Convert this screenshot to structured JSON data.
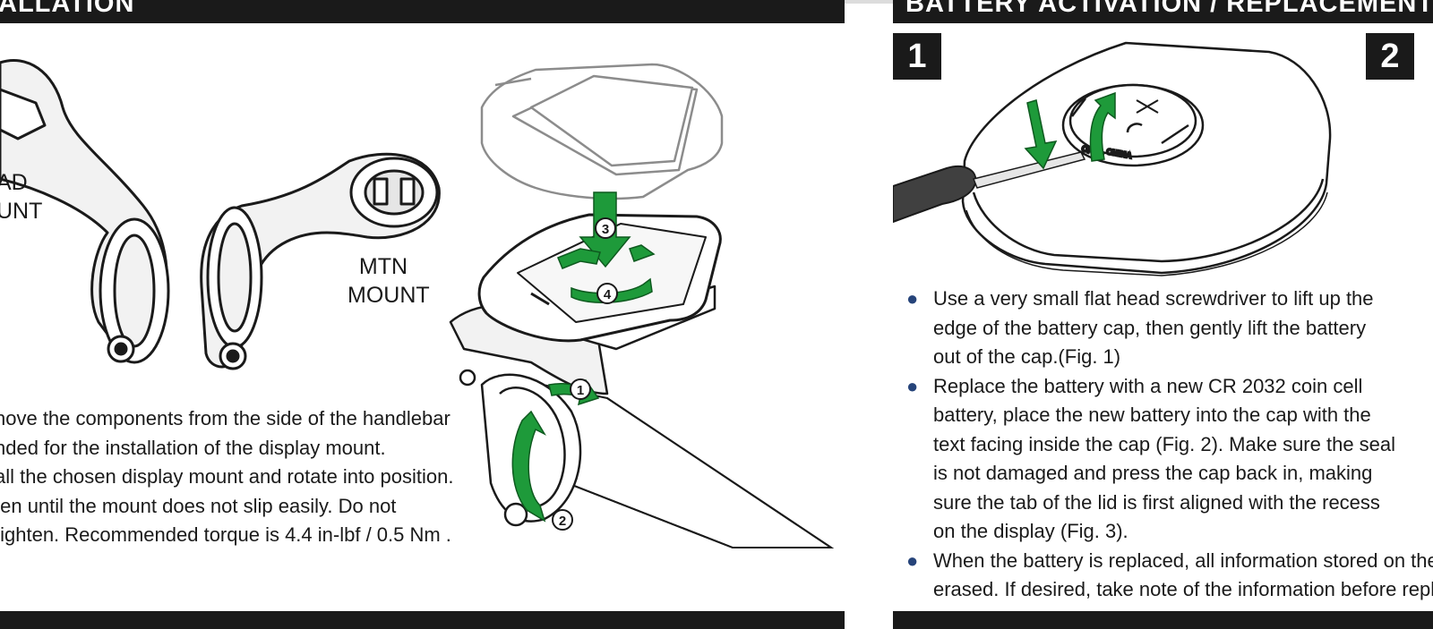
{
  "header_left": {
    "title": "ALLATION"
  },
  "header_right": {
    "title": "BATTERY ACTIVATION / REPLACEMENT"
  },
  "steps": [
    "1",
    "2"
  ],
  "mount_labels": {
    "road": [
      "AD",
      "UNT"
    ],
    "mtn": [
      "MTN",
      "MOUNT"
    ]
  },
  "callouts": [
    "1",
    "2",
    "3",
    "4"
  ],
  "battery_cap_text": {
    "open": "OPEN",
    "china": "CHINA"
  },
  "left_text_lines": [
    "nove the components from the side of the handlebar",
    "nded for the installation of the display mount.",
    "all the chosen display mount and rotate into position.",
    "ten until the mount does not slip easily. Do not",
    "tighten. Recommended torque is 4.4 in-lbf / 0.5 Nm ."
  ],
  "right_bullets": [
    {
      "lines": [
        "Use a very small flat head screwdriver to lift up the",
        "edge of the battery cap, then gently lift the battery",
        "out of the cap.(Fig. 1)"
      ]
    },
    {
      "lines": [
        "Replace the battery with a new CR 2032 coin cell",
        "battery, place the new battery into the cap with the",
        "text facing inside the cap (Fig. 2). Make sure the seal",
        "is not damaged and press the cap back in, making",
        "sure the tab of the lid is first aligned with the recess",
        "on the display (Fig. 3)."
      ]
    },
    {
      "lines": [
        "When the battery is replaced, all information stored on the",
        "erased. If desired, take note of the information before repla"
      ]
    }
  ],
  "colors": {
    "band": "#1a1a1a",
    "arrow_green": "#1e9a3a",
    "bullet": "#26447a"
  }
}
